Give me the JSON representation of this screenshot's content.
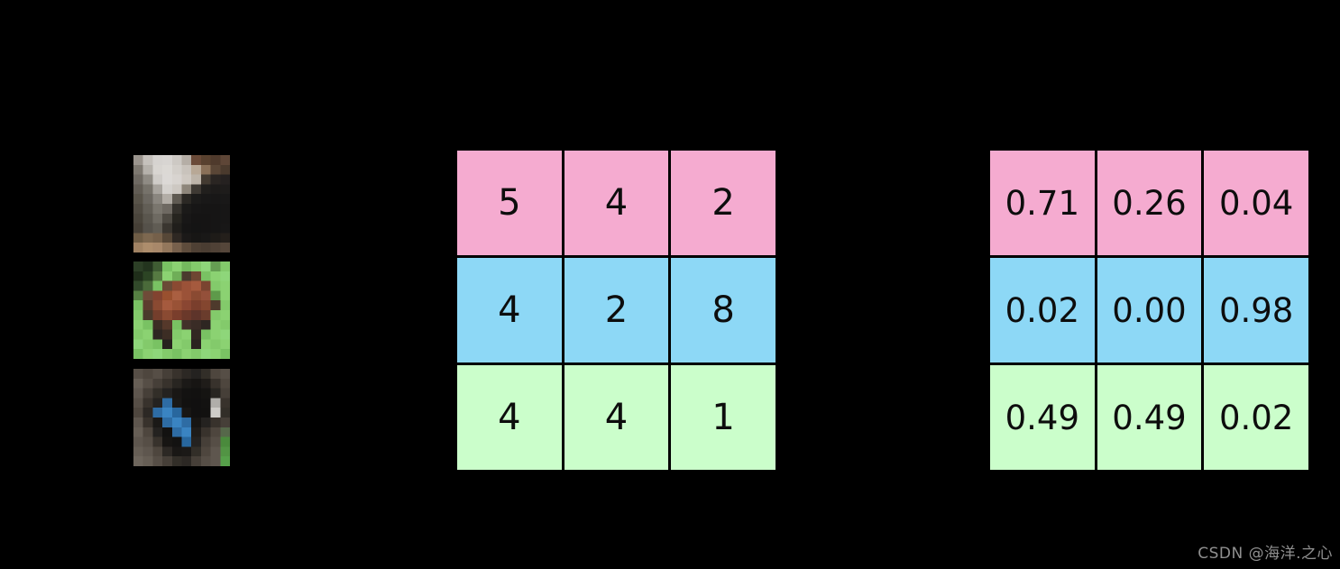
{
  "page": {
    "background": "#000000"
  },
  "row_colors": {
    "cat": "#F5ABD0",
    "horse": "#8DD8F6",
    "dog": "#CBFECB"
  },
  "counts_table": {
    "rows": [
      [
        "5",
        "4",
        "2"
      ],
      [
        "4",
        "2",
        "8"
      ],
      [
        "4",
        "4",
        "1"
      ]
    ]
  },
  "probs_table": {
    "rows": [
      [
        "0.71",
        "0.26",
        "0.04"
      ],
      [
        "0.02",
        "0.00",
        "0.98"
      ],
      [
        "0.49",
        "0.49",
        "0.02"
      ]
    ]
  },
  "watermark": {
    "text": "CSDN @海洋.之心",
    "color": "#8f8f8f"
  },
  "images": [
    {
      "name": "cat",
      "label": "cat-photo",
      "pixels": [
        [
          "#9a948d",
          "#c5c1bc",
          "#d6d3d0",
          "#d8d5d2",
          "#cdc9c4",
          "#b5aea6",
          "#6a4a38",
          "#59412f",
          "#4f3a2c",
          "#5e4637"
        ],
        [
          "#7d7870",
          "#b5b1ab",
          "#d8d5d1",
          "#dcd9d5",
          "#d3cfca",
          "#c9c3bc",
          "#b8a896",
          "#8a7058",
          "#5a4636",
          "#4a3a2d"
        ],
        [
          "#6e6962",
          "#8f8b84",
          "#cfccc8",
          "#dcd9d6",
          "#d8d4d0",
          "#cfc9c2",
          "#bdb4a9",
          "#433a31",
          "#2a2522",
          "#252120"
        ],
        [
          "#615c54",
          "#76726a",
          "#a8a49e",
          "#d4d1cd",
          "#cdc8c2",
          "#8e867b",
          "#3e3933",
          "#211f1d",
          "#1d1b1a",
          "#1e1c1b"
        ],
        [
          "#585349",
          "#6b6760",
          "#8a867f",
          "#b2ada6",
          "#5f5a52",
          "#2b2824",
          "#1c1b1a",
          "#191818",
          "#181717",
          "#191818"
        ],
        [
          "#504b42",
          "#625e56",
          "#7a766e",
          "#6e6962",
          "#33302b",
          "#1b1a19",
          "#171616",
          "#161515",
          "#161515",
          "#171616"
        ],
        [
          "#4a453c",
          "#5a564e",
          "#6e6a62",
          "#4e4a43",
          "#26241f",
          "#181717",
          "#151414",
          "#151414",
          "#161515",
          "#171616"
        ],
        [
          "#453f36",
          "#55514a",
          "#605c54",
          "#3a3630",
          "#201e1b",
          "#161515",
          "#141414",
          "#151414",
          "#161515",
          "#181717"
        ],
        [
          "#6e5c45",
          "#7d6850",
          "#75604a",
          "#564737",
          "#2e2823",
          "#1b1918",
          "#171615",
          "#191817",
          "#1e1b18",
          "#241f1b"
        ],
        [
          "#a08263",
          "#ad8d6c",
          "#a8886a",
          "#93775c",
          "#77604c",
          "#5e4c3c",
          "#4e4034",
          "#4a3d32",
          "#4f4136",
          "#55463a"
        ]
      ]
    },
    {
      "name": "horse",
      "label": "horse-photo",
      "pixels": [
        [
          "#2c3f26",
          "#23341e",
          "#3f5c33",
          "#79c263",
          "#8bd272",
          "#74b95e",
          "#83ca6b",
          "#8ed67a",
          "#659e52",
          "#83ca6b"
        ],
        [
          "#1f2e1a",
          "#2c4424",
          "#567a42",
          "#8bd272",
          "#6fae58",
          "#4a3b2e",
          "#6e4632",
          "#79c263",
          "#8bd272",
          "#8ed67a"
        ],
        [
          "#31492a",
          "#4a6a3a",
          "#79c263",
          "#6a4a36",
          "#8a4a32",
          "#9b5238",
          "#a55a3e",
          "#7a4430",
          "#83ca6b",
          "#8bd272"
        ],
        [
          "#568043",
          "#6f4a38",
          "#824330",
          "#99502f",
          "#aa5f41",
          "#9b5238",
          "#8a4a32",
          "#94503a",
          "#5e9a4a",
          "#8bd272"
        ],
        [
          "#79c263",
          "#5d3c2e",
          "#8a4a32",
          "#a55a3e",
          "#995236",
          "#8a4632",
          "#7a3e2c",
          "#84462f",
          "#4e3a2c",
          "#83ca6b"
        ],
        [
          "#83ca6b",
          "#4a3a2c",
          "#743e2c",
          "#8a4a32",
          "#7a3e2c",
          "#6a382a",
          "#5e342a",
          "#6a3c2c",
          "#83ca6b",
          "#8bd272"
        ],
        [
          "#8bd272",
          "#79c263",
          "#3c2d24",
          "#55382a",
          "#79c263",
          "#42302a",
          "#3a2c26",
          "#2e2622",
          "#8bd272",
          "#83ca6b"
        ],
        [
          "#83ca6b",
          "#8bd272",
          "#2e2622",
          "#3c2d24",
          "#83ca6b",
          "#8bd272",
          "#322822",
          "#79c263",
          "#8bd272",
          "#8ed67a"
        ],
        [
          "#8ed67a",
          "#83ca6b",
          "#79c263",
          "#26211e",
          "#8bd272",
          "#83ca6b",
          "#2a2420",
          "#8bd272",
          "#83ca6b",
          "#8bd272"
        ],
        [
          "#79c263",
          "#8bd272",
          "#8ed67a",
          "#83ca6b",
          "#79c263",
          "#8bd272",
          "#83ca6b",
          "#8ed67a",
          "#8bd272",
          "#79c263"
        ]
      ]
    },
    {
      "name": "dog",
      "label": "dog-photo",
      "pixels": [
        [
          "#564e46",
          "#4e463e",
          "#564e46",
          "#463f38",
          "#38322c",
          "#2c2824",
          "#242220",
          "#322e28",
          "#4e463e",
          "#564e46"
        ],
        [
          "#665e55",
          "#564e46",
          "#463f38",
          "#38322c",
          "#282521",
          "#1b1917",
          "#171513",
          "#1f1c19",
          "#38322c",
          "#4e463e"
        ],
        [
          "#5e564e",
          "#463f38",
          "#322e28",
          "#242220",
          "#191715",
          "#131211",
          "#121110",
          "#151412",
          "#282521",
          "#463f38"
        ],
        [
          "#564e46",
          "#38322c",
          "#242220",
          "#2e6ca4",
          "#1a1917",
          "#121110",
          "#111010",
          "#131211",
          "#b0aeaa",
          "#38322c"
        ],
        [
          "#4e463e",
          "#2c2824",
          "#2e6ca4",
          "#3a84c2",
          "#28679e",
          "#181614",
          "#111010",
          "#121110",
          "#ceccc8",
          "#322e28"
        ],
        [
          "#5e564e",
          "#38322c",
          "#1b1917",
          "#2e6ca4",
          "#3a84c2",
          "#2e6ca4",
          "#171513",
          "#242220",
          "#38322c",
          "#463f38"
        ],
        [
          "#665e55",
          "#4e463e",
          "#242220",
          "#131211",
          "#2e6ca4",
          "#3a84c2",
          "#1f1c19",
          "#38322c",
          "#4e463e",
          "#56684a"
        ],
        [
          "#5e564e",
          "#564e46",
          "#38322c",
          "#171513",
          "#131211",
          "#28679e",
          "#242220",
          "#463f38",
          "#564e46",
          "#4a8a3c"
        ],
        [
          "#665e55",
          "#5e564e",
          "#4e463e",
          "#2c2824",
          "#191715",
          "#1b1917",
          "#322e28",
          "#4e463e",
          "#5e564e",
          "#529444"
        ],
        [
          "#6e665d",
          "#665e55",
          "#564e46",
          "#463f38",
          "#322e28",
          "#2c2824",
          "#463f38",
          "#564e46",
          "#5e564e",
          "#56a04a"
        ]
      ]
    }
  ]
}
